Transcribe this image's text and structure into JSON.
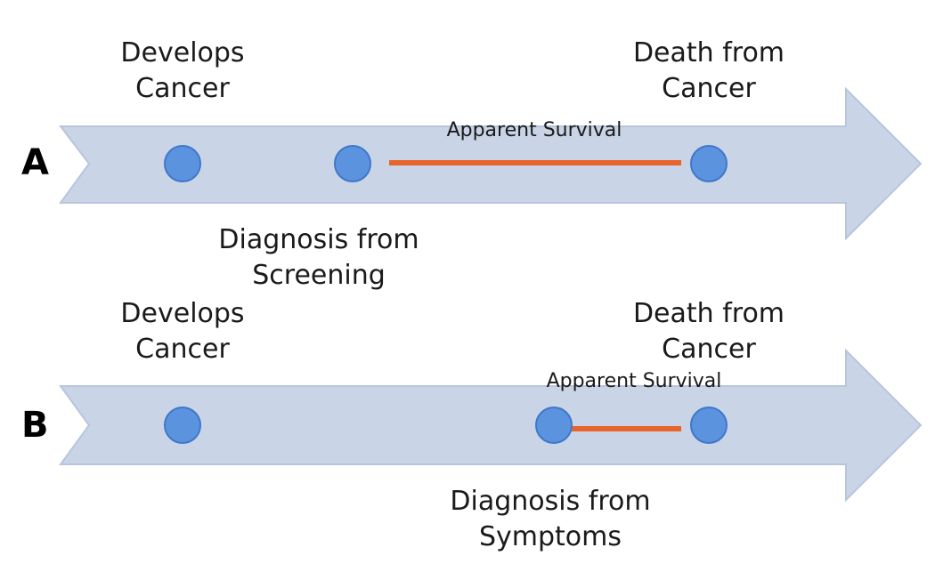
{
  "colors": {
    "arrow_fill": "#c9d4e6",
    "arrow_edge": "#b8c5dc",
    "dot_fill": "#5b93df",
    "dot_edge": "#3f78c8",
    "survival_line": "#e8642b"
  },
  "rows": [
    {
      "letter": "A",
      "top_left": "Develops\nCancer",
      "top_right": "Death from\nCancer",
      "survival": "Apparent Survival",
      "bottom": "Diagnosis from\nScreening"
    },
    {
      "letter": "B",
      "top_left": "Develops\nCancer",
      "top_right": "Death from\nCancer",
      "survival": "Apparent Survival",
      "bottom": "Diagnosis from\nSymptoms"
    }
  ]
}
